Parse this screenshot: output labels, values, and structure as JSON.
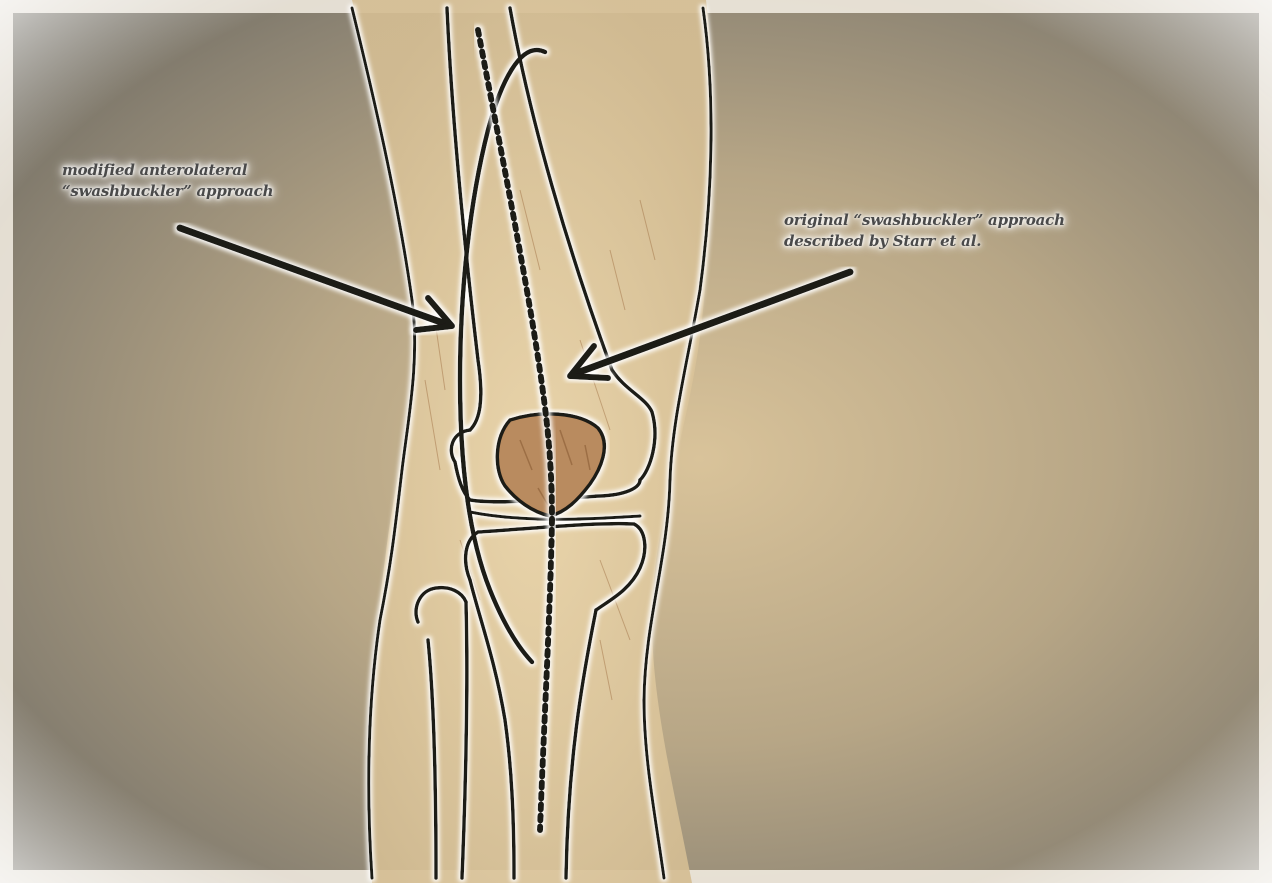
{
  "figure": {
    "annotations": {
      "modified": {
        "line1": "modified anterolateral",
        "line2": "“swashbuckler” approach"
      },
      "original": {
        "line1": "original “swashbuckler” approach",
        "line2": "described by Starr  et al."
      }
    },
    "colors": {
      "background_light": "#efe8d6",
      "background_dark": "#5e5a53",
      "limb_fill": "#e4cca2",
      "patella_fill": "#b98b5e",
      "ink": "#1f1a16"
    }
  }
}
